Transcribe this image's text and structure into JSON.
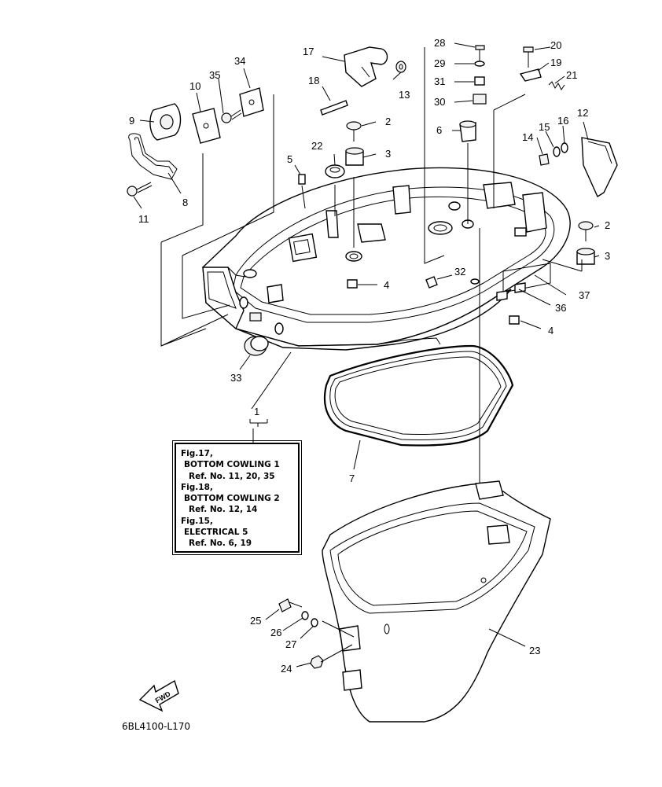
{
  "diagram": {
    "callouts": {
      "c1": "1",
      "c2a": "2",
      "c2b": "2",
      "c3a": "3",
      "c3b": "3",
      "c4a": "4",
      "c4b": "4",
      "c5": "5",
      "c6": "6",
      "c7": "7",
      "c8": "8",
      "c9": "9",
      "c10": "10",
      "c11": "11",
      "c12": "12",
      "c13": "13",
      "c14": "14",
      "c15": "15",
      "c16": "16",
      "c17": "17",
      "c18": "18",
      "c19": "19",
      "c20": "20",
      "c21": "21",
      "c22": "22",
      "c23": "23",
      "c24": "24",
      "c25": "25",
      "c26": "26",
      "c27": "27",
      "c28": "28",
      "c29": "29",
      "c30": "30",
      "c31": "31",
      "c32": "32",
      "c33": "33",
      "c34": "34",
      "c35": "35",
      "c36": "36",
      "c37": "37"
    },
    "reference_box": [
      "Fig.17,",
      "BOTTOM COWLING 1",
      "Ref. No. 11, 20, 35",
      "Fig.18,",
      "BOTTOM COWLING 2",
      "Ref. No. 12, 14",
      "Fig.15,",
      "ELECTRICAL 5",
      "Ref. No. 6, 19"
    ],
    "fwd_label": "FWD",
    "drawing_code": "6BL4100-L170"
  }
}
